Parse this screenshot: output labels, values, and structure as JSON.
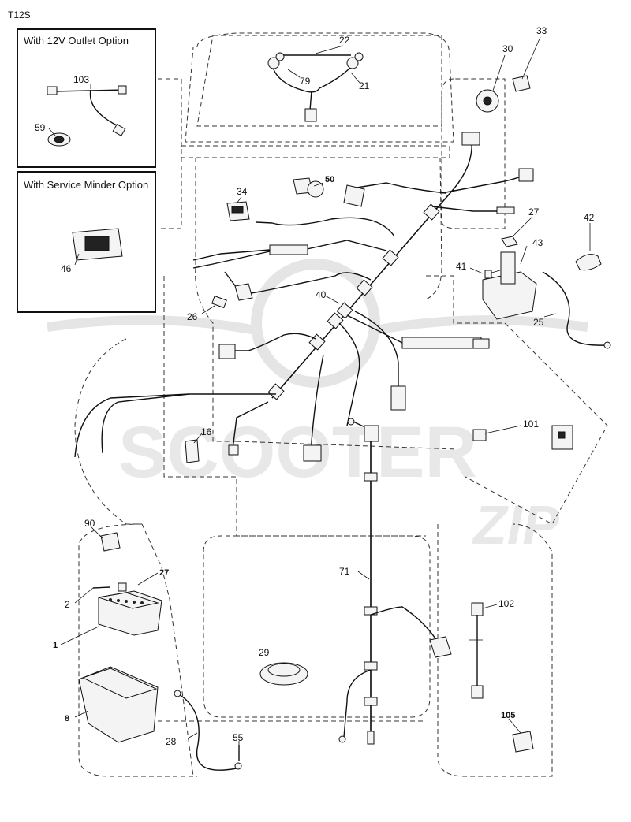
{
  "model_code": "T12S",
  "option_boxes": [
    {
      "title": "With 12V Outlet Option",
      "parts": [
        "103",
        "59"
      ]
    },
    {
      "title": "With Service Minder Option",
      "parts": [
        "46"
      ]
    }
  ],
  "callouts": [
    {
      "id": "p22",
      "text": "22",
      "bold": false
    },
    {
      "id": "p79",
      "text": "79",
      "bold": false
    },
    {
      "id": "p21",
      "text": "21",
      "bold": false
    },
    {
      "id": "p30",
      "text": "30",
      "bold": false
    },
    {
      "id": "p33",
      "text": "33",
      "bold": false
    },
    {
      "id": "p103",
      "text": "103",
      "bold": false
    },
    {
      "id": "p59",
      "text": "59",
      "bold": false
    },
    {
      "id": "p46",
      "text": "46",
      "bold": false
    },
    {
      "id": "p34",
      "text": "34",
      "bold": false
    },
    {
      "id": "p50",
      "text": "50",
      "bold": true
    },
    {
      "id": "p27a",
      "text": "27",
      "bold": false
    },
    {
      "id": "p42",
      "text": "42",
      "bold": false
    },
    {
      "id": "p43",
      "text": "43",
      "bold": false
    },
    {
      "id": "p41",
      "text": "41",
      "bold": false
    },
    {
      "id": "p25",
      "text": "25",
      "bold": false
    },
    {
      "id": "p40",
      "text": "40",
      "bold": false
    },
    {
      "id": "p26",
      "text": "26",
      "bold": false
    },
    {
      "id": "p16",
      "text": "16",
      "bold": false
    },
    {
      "id": "p101",
      "text": "101",
      "bold": false
    },
    {
      "id": "p90",
      "text": "90",
      "bold": false
    },
    {
      "id": "p27b",
      "text": "27",
      "bold": true
    },
    {
      "id": "p2",
      "text": "2",
      "bold": false
    },
    {
      "id": "p1",
      "text": "1",
      "bold": true
    },
    {
      "id": "p71",
      "text": "71",
      "bold": false
    },
    {
      "id": "p102",
      "text": "102",
      "bold": false
    },
    {
      "id": "p29",
      "text": "29",
      "bold": false
    },
    {
      "id": "p8",
      "text": "8",
      "bold": true
    },
    {
      "id": "p28",
      "text": "28",
      "bold": false
    },
    {
      "id": "p55",
      "text": "55",
      "bold": false
    },
    {
      "id": "p105",
      "text": "105",
      "bold": true
    }
  ],
  "watermark": {
    "line1": "SCOOTER",
    "line2": "ZIP"
  }
}
